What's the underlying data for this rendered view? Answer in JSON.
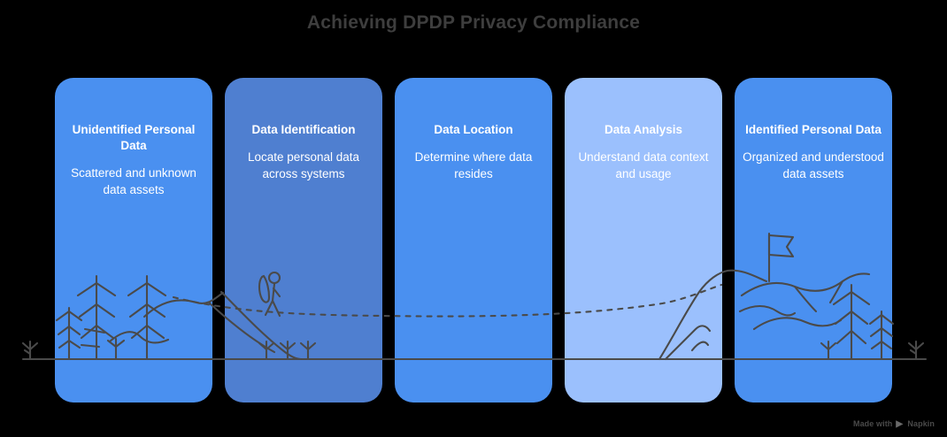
{
  "title": "Achieving DPDP Privacy Compliance",
  "colors": {
    "background": "#000000",
    "title_text": "#3e3e3e",
    "panel_primary": "#4a90f0",
    "panel_muted": "#4f7fd0",
    "panel_light": "#9bc0fd",
    "panel_text": "#ffffff",
    "line_art": "#4a4a4a",
    "watermark_text": "#4a4a4a"
  },
  "panels": [
    {
      "heading": "Unidentified Personal Data",
      "description": "Scattered and unknown data assets",
      "color_key": "panel_primary",
      "scene": "forest-of-pine-trees"
    },
    {
      "heading": "Data Identification",
      "description": "Locate personal data across systems",
      "color_key": "panel_muted",
      "scene": "hiker-on-descending-trail"
    },
    {
      "heading": "Data Location",
      "description": "Determine where data resides",
      "color_key": "panel_primary",
      "scene": "flat-dotted-path"
    },
    {
      "heading": "Data Analysis",
      "description": "Understand data context and usage",
      "color_key": "panel_light",
      "scene": "ascending-slope-to-peak"
    },
    {
      "heading": "Identified Personal Data",
      "description": "Organized and understood data assets",
      "color_key": "panel_primary",
      "scene": "summit-with-flag-and-mountains"
    }
  ],
  "watermark": {
    "prefix": "Made with",
    "icon": "napkin-play-icon",
    "brand": "Napkin"
  }
}
